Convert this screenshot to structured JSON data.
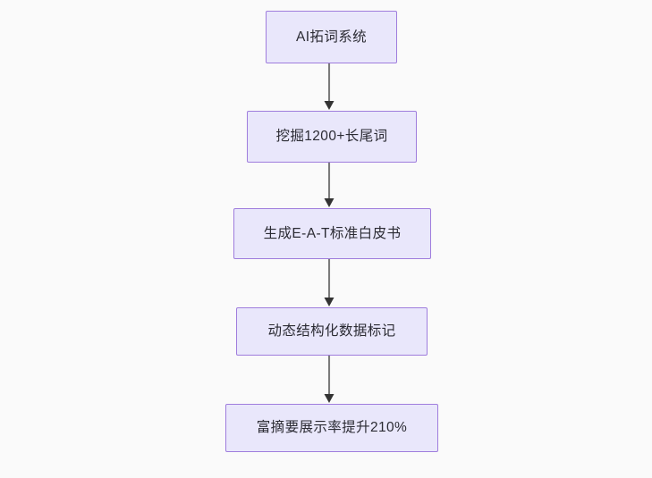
{
  "diagram": {
    "type": "flowchart",
    "orientation": "top-to-bottom",
    "background_color": "#fafafa",
    "node_fill_color": "#e9e7fb",
    "node_border_color": "#9f7ddd",
    "node_text_color": "#2b2b33",
    "edge_color": "#7b7b7b",
    "arrowhead_color": "#333333",
    "nodes": [
      {
        "id": "n1",
        "label": "AI拓词系统"
      },
      {
        "id": "n2",
        "label": "挖掘1200+长尾词"
      },
      {
        "id": "n3",
        "label": "生成E-A-T标准白皮书"
      },
      {
        "id": "n4",
        "label": "动态结构化数据标记"
      },
      {
        "id": "n5",
        "label": "富摘要展示率提升210%"
      }
    ],
    "edges": [
      {
        "from": "n1",
        "to": "n2"
      },
      {
        "from": "n2",
        "to": "n3"
      },
      {
        "from": "n3",
        "to": "n4"
      },
      {
        "from": "n4",
        "to": "n5"
      }
    ]
  }
}
